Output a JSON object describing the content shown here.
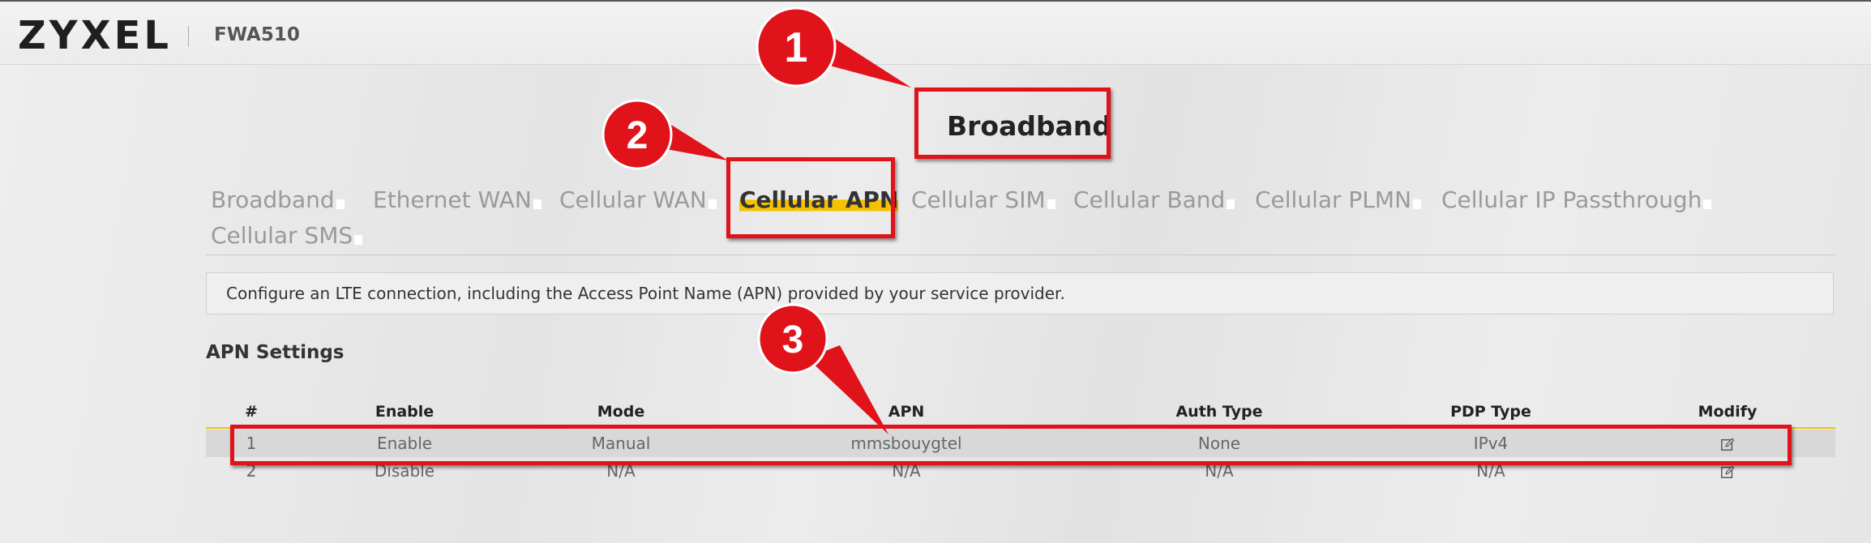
{
  "header": {
    "brand": "ZYXEL",
    "model": "FWA510"
  },
  "page_title": "Broadband",
  "tabs": [
    {
      "label": "Broadband",
      "active": false
    },
    {
      "label": "Ethernet WAN",
      "active": false
    },
    {
      "label": "Cellular WAN",
      "active": false
    },
    {
      "label": "Cellular APN",
      "active": true
    },
    {
      "label": "Cellular SIM",
      "active": false
    },
    {
      "label": "Cellular Band",
      "active": false
    },
    {
      "label": "Cellular PLMN",
      "active": false
    },
    {
      "label": "Cellular IP Passthrough",
      "active": false
    },
    {
      "label": "Cellular SMS",
      "active": false
    }
  ],
  "description": "Configure an LTE connection, including the Access Point Name (APN) provided by your service provider.",
  "apn_settings": {
    "title": "APN Settings",
    "columns": [
      "#",
      "Enable",
      "Mode",
      "APN",
      "Auth Type",
      "PDP Type",
      "Modify"
    ],
    "rows": [
      {
        "num": "1",
        "enable": "Enable",
        "mode": "Manual",
        "apn": "mmsbouygtel",
        "auth": "None",
        "pdp": "IPv4",
        "modify_icon": "edit-icon"
      },
      {
        "num": "2",
        "enable": "Disable",
        "mode": "N/A",
        "apn": "N/A",
        "auth": "N/A",
        "pdp": "N/A",
        "modify_icon": "edit-icon"
      }
    ]
  },
  "annotations": {
    "badge1": "1",
    "badge2": "2",
    "badge3": "3",
    "color": "#e0131a"
  },
  "colors": {
    "accent": "#f6c200",
    "annotation_red": "#e0131a"
  }
}
